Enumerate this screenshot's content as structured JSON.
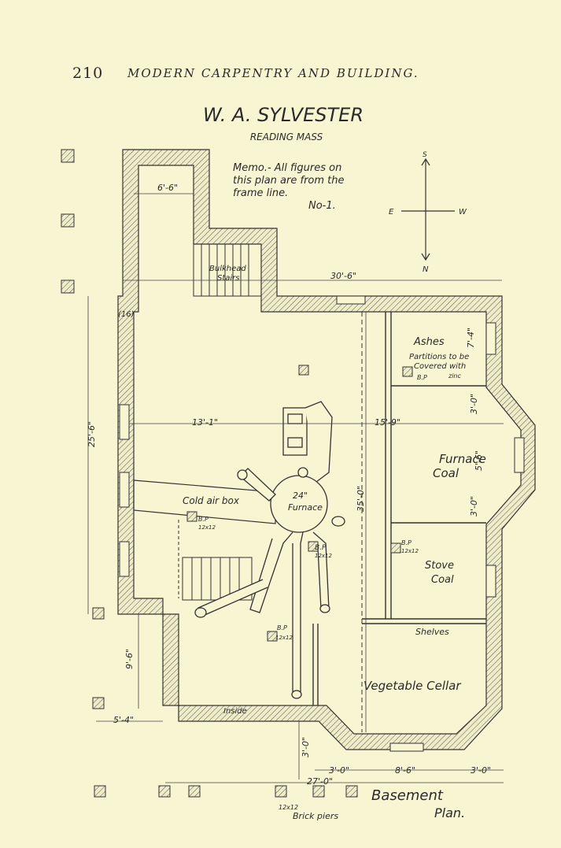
{
  "header": {
    "page_number": "210",
    "book_title": "MODERN CARPENTRY AND BUILDING."
  },
  "plan": {
    "architect": "W. A. SYLVESTER",
    "location": "READING   MASS",
    "memo_lines": [
      "Memo.- All figures on",
      "this plan are from the",
      "frame line.",
      "No-1."
    ],
    "compass": {
      "north": "N",
      "south": "S",
      "east": "E",
      "west": "W"
    },
    "title_1": "Basement",
    "title_2": "Plan.",
    "rooms": {
      "bulkhead_1": "Bulkhead",
      "bulkhead_2": "Stairs",
      "ashes": "Ashes",
      "partitions_1": "Partitions to be",
      "partitions_2": "Covered with",
      "zinc": "zinc",
      "furnace_coal_1": "Furnace",
      "furnace_coal_2": "Coal",
      "stove_coal_1": "Stove",
      "stove_coal_2": "Coal",
      "shelves": "Shelves",
      "vegetable_cellar": "Vegetable Cellar",
      "cold_air_box": "Cold air box",
      "furnace_size": "24\"",
      "furnace": "Furnace",
      "inside": "Inside",
      "bp": "B.P",
      "bp_size": "12x12",
      "brick_piers_size": "12x12",
      "brick_piers": "Brick piers",
      "sixteen": "(16)"
    },
    "dimensions": {
      "bulkhead_width": "6'-6\"",
      "overall_width": "30'-6\"",
      "left_width": "13'-1\"",
      "right_width": "15'-9\"",
      "left_depth": "25'-6\"",
      "depth_35": "35'-0\"",
      "rear_9": "9'-6\"",
      "rear_5": "5'-4\"",
      "bay_seg_1": "7'-4\"",
      "bay_seg_2": "3'-0\"",
      "bay_seg_3": "5'-6\"",
      "bay_seg_4": "3'-0\"",
      "bottom_3a": "3'-0\"",
      "bottom_total": "27'-0\"",
      "bottom_8": "8'-6\"",
      "bottom_3b": "3'-0\"",
      "bottom_3c": "3'-0\""
    }
  }
}
